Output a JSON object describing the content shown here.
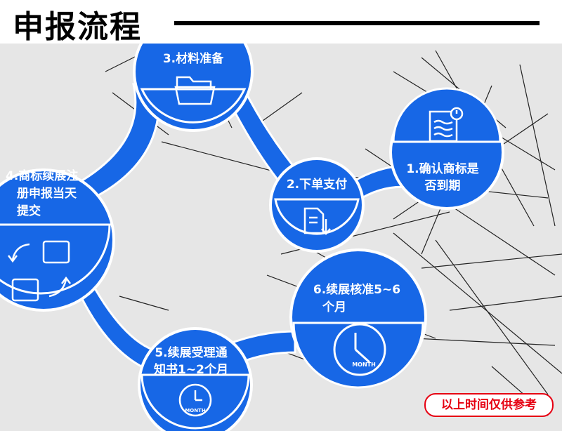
{
  "header": {
    "title": "申报流程"
  },
  "steps": {
    "s1": {
      "line1": "1.确认商标是",
      "line2": "否到期"
    },
    "s2": {
      "line1": "2.下单支付"
    },
    "s3": {
      "line1": "3.材料准备"
    },
    "s4": {
      "line1": "4.商标续展注",
      "line2": "册申报当天",
      "line3": "提交"
    },
    "s5": {
      "line1": "5.续展受理通",
      "line2": "知书1~2个月"
    },
    "s6": {
      "line1": "6.续展核准5~6",
      "line2": "个月"
    }
  },
  "icons": {
    "s1": "document-clock-icon",
    "s2": "download-document-icon",
    "s3": "folder-icon",
    "s4": "exchange-icon",
    "s5": "clock-icon",
    "s6": "clock-icon"
  },
  "clock_text": "MONTH",
  "note": "以上时间仅供参考",
  "colors": {
    "node": "#1767e6",
    "node_dark": "#0b4fc4",
    "note": "#e60012",
    "background": "#e6e6e6"
  }
}
